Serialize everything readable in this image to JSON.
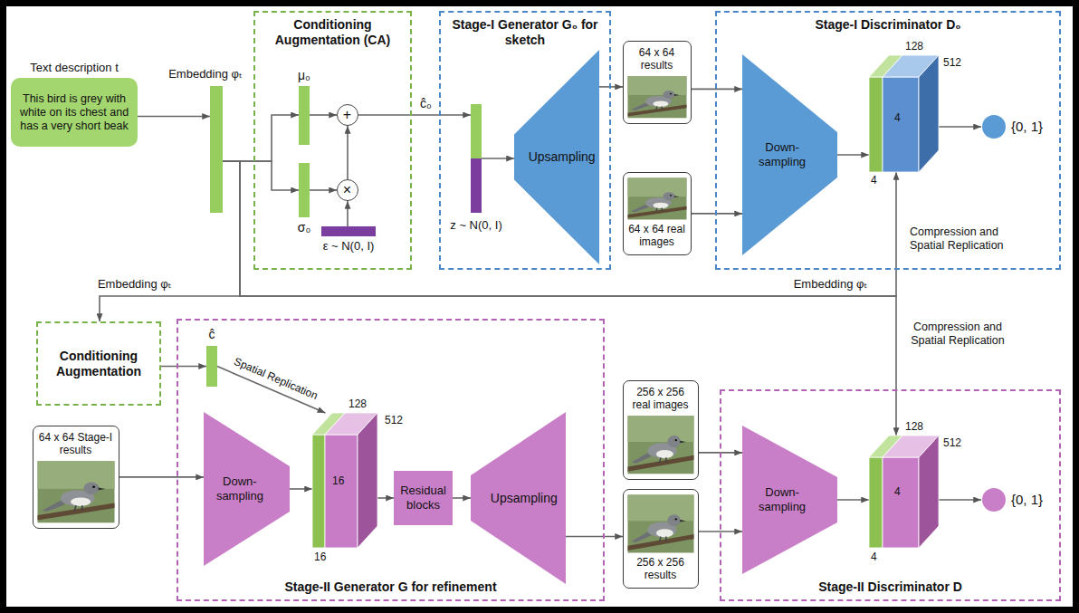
{
  "diagram": {
    "nodes": [
      {
        "text": [
          "Text description t",
          "This bird is grey with white on its chest and has a very short beak"
        ]
      },
      {
        "text": [
          "Embedding φₜ"
        ]
      },
      {
        "text": [
          "Conditioning Augmentation (CA)"
        ]
      },
      {
        "text": [
          "μ₀"
        ],
        "in": 2
      },
      {
        "text": [
          "σ₀"
        ],
        "in": 2
      },
      {
        "text": [
          "+"
        ],
        "in": 2
      },
      {
        "text": [
          "×"
        ],
        "in": 2
      },
      {
        "text": [
          "ε ~ N(0, I)"
        ],
        "in": 2
      },
      {
        "text": [
          "Stage-I Generator G₀ for sketch"
        ]
      },
      {
        "text": [
          "z ~ N(0, I)"
        ],
        "in": 8
      },
      {
        "text": [
          "Upsampling"
        ],
        "in": 8
      },
      {
        "text": [
          "64 x 64 results"
        ]
      },
      {
        "text": [
          "64 x 64 real images"
        ]
      },
      {
        "text": [
          "Stage-I Discriminator D₀"
        ]
      },
      {
        "text": [
          "Down-sampling"
        ],
        "in": 13
      },
      {
        "text": [
          "128",
          "512",
          "4",
          "4",
          "Compression and Spatial Replication"
        ],
        "in": 13
      },
      {
        "text": [
          "{0, 1}"
        ],
        "in": 13
      },
      {
        "text": [
          "Conditioning Augmentation"
        ]
      },
      {
        "text": [
          "64 x 64 Stage-I results"
        ]
      },
      {
        "text": [
          "Stage-II Generator G for refinement"
        ]
      },
      {
        "text": [
          "ĉ"
        ],
        "in": 19
      },
      {
        "text": [
          "Down-sampling"
        ],
        "in": 19
      },
      {
        "text": [
          "128",
          "512",
          "16",
          "16"
        ],
        "in": 19
      },
      {
        "text": [
          "Residual blocks"
        ],
        "in": 19
      },
      {
        "text": [
          "Upsampling"
        ],
        "in": 19
      },
      {
        "text": [
          "256 x 256 real images"
        ]
      },
      {
        "text": [
          "256 x 256 results"
        ]
      },
      {
        "text": [
          "Stage-II Discriminator D"
        ]
      },
      {
        "text": [
          "Down-sampling"
        ],
        "in": 27
      },
      {
        "text": [
          "128",
          "512",
          "4",
          "4"
        ],
        "in": 27
      },
      {
        "text": [
          "{0, 1}"
        ],
        "in": 27
      }
    ],
    "edges": [
      {
        "from": 0,
        "to": 1,
        "arrow": "to"
      },
      {
        "from": 1,
        "to": 3,
        "arrow": "to"
      },
      {
        "from": 1,
        "to": 4,
        "arrow": "to"
      },
      {
        "from": 3,
        "to": 5,
        "arrow": "to"
      },
      {
        "from": 4,
        "to": 6,
        "arrow": "to"
      },
      {
        "from": 7,
        "to": 6,
        "arrow": "to"
      },
      {
        "from": 6,
        "to": 5,
        "arrow": "to"
      },
      {
        "from": 5,
        "to": 9,
        "label": "ĉ₀",
        "arrow": "to"
      },
      {
        "from": 9,
        "to": 10,
        "arrow": "to"
      },
      {
        "from": 10,
        "to": 11,
        "arrow": "to"
      },
      {
        "from": 11,
        "to": 14,
        "arrow": "to"
      },
      {
        "from": 12,
        "to": 14,
        "arrow": "to"
      },
      {
        "from": 14,
        "to": 15,
        "arrow": "to"
      },
      {
        "from": 15,
        "to": 16,
        "arrow": "to"
      },
      {
        "from": 1,
        "to": 17,
        "label": "Embedding φₜ",
        "arrow": "to"
      },
      {
        "from": 1,
        "to": 15,
        "label": "Embedding φₜ",
        "arrow": "to"
      },
      {
        "from": 1,
        "to": 29,
        "label": "Compression and Spatial Replication",
        "arrow": "to"
      },
      {
        "from": 17,
        "to": 20,
        "arrow": "to"
      },
      {
        "from": 20,
        "to": 22,
        "label": "Spatial Replication",
        "arrow": "to"
      },
      {
        "from": 18,
        "to": 21,
        "arrow": "to"
      },
      {
        "from": 21,
        "to": 22,
        "arrow": "to"
      },
      {
        "from": 22,
        "to": 23,
        "arrow": "to"
      },
      {
        "from": 23,
        "to": 24,
        "arrow": "to"
      },
      {
        "from": 24,
        "to": 26,
        "arrow": "to"
      },
      {
        "from": 25,
        "to": 28,
        "arrow": "to"
      },
      {
        "from": 26,
        "to": 28,
        "arrow": "to"
      },
      {
        "from": 28,
        "to": 29,
        "arrow": "to"
      },
      {
        "from": 29,
        "to": 30,
        "arrow": "to"
      }
    ]
  }
}
